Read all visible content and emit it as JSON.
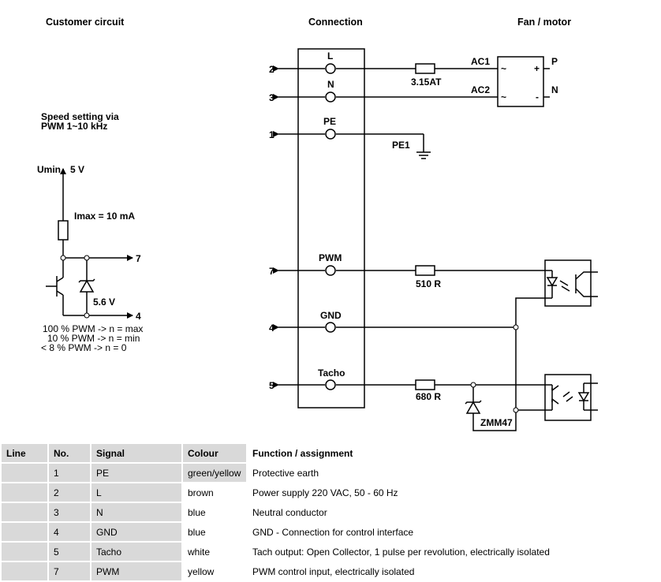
{
  "headers": {
    "customer_circuit": "Customer circuit",
    "connection": "Connection",
    "fan_motor": "Fan / motor"
  },
  "customer": {
    "speed_line1": "Speed setting via",
    "speed_line2": "PWM 1~10 kHz",
    "umin": "Umin",
    "five_v": "5 V",
    "imax": "Imax = 10 mA",
    "zener": "5.6 V",
    "out7": "7",
    "out4": "4",
    "pwm_max": "100 % PWM -> n = max",
    "pwm_min": "10 % PWM -> n = min",
    "pwm_zero": "< 8 % PWM -> n = 0"
  },
  "connector": {
    "pins": [
      {
        "line": "2",
        "label": "L"
      },
      {
        "line": "3",
        "label": "N"
      },
      {
        "line": "1",
        "label": "PE"
      },
      {
        "line": "7",
        "label": "PWM"
      },
      {
        "line": "4",
        "label": "GND"
      },
      {
        "line": "5",
        "label": "Tacho"
      }
    ]
  },
  "motor": {
    "fuse": "3.15AT",
    "ac1": "AC1",
    "ac2": "AC2",
    "p": "P",
    "n": "N",
    "pe1": "PE1",
    "tilde": "~",
    "plus": "+",
    "minus": "-",
    "r_pwm": "510 R",
    "r_tacho": "680 R",
    "zener": "ZMM47"
  },
  "table": {
    "columns": [
      "Line",
      "No.",
      "Signal",
      "Colour",
      "Function / assignment"
    ],
    "rows": [
      [
        "",
        "1",
        "PE",
        "green/yellow",
        "Protective earth"
      ],
      [
        "",
        "2",
        "L",
        "brown",
        "Power supply 220 VAC, 50 - 60 Hz"
      ],
      [
        "",
        "3",
        "N",
        "blue",
        "Neutral conductor"
      ],
      [
        "",
        "4",
        "GND",
        "blue",
        "GND - Connection for control interface"
      ],
      [
        "",
        "5",
        "Tacho",
        "white",
        "Tach output: Open Collector, 1 pulse per revolution, electrically isolated"
      ],
      [
        "",
        "7",
        "PWM",
        "yellow",
        "PWM control input, electrically isolated"
      ]
    ]
  }
}
